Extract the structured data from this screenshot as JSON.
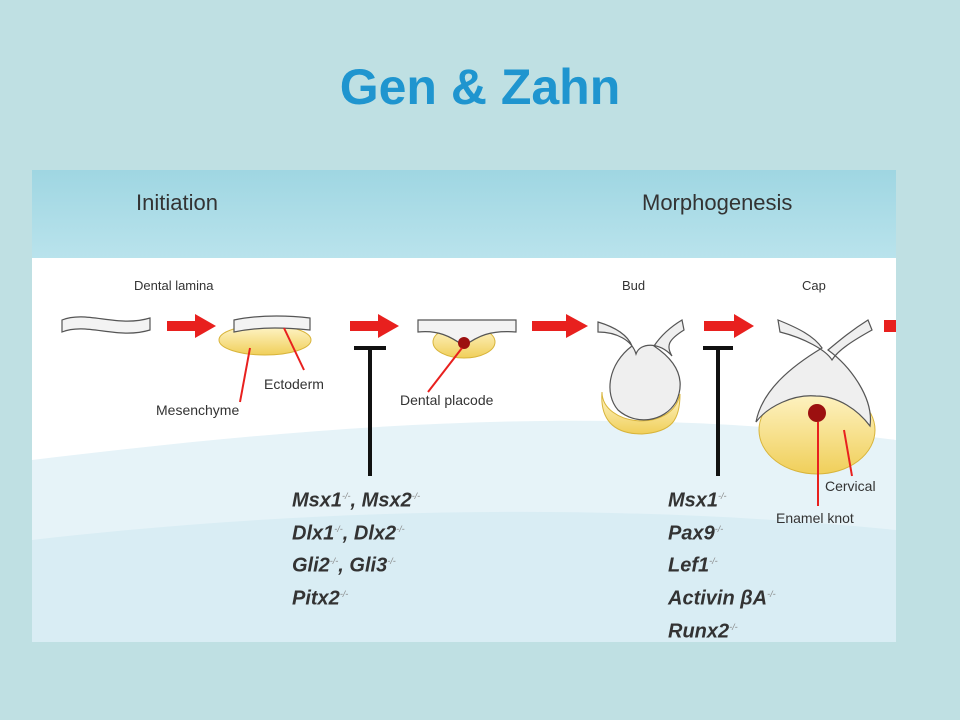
{
  "title": "Gen & Zahn",
  "phases": {
    "initiation": "Initiation",
    "morphogenesis": "Morphogenesis"
  },
  "stages": {
    "dental_lamina": "Dental lamina",
    "bud": "Bud",
    "cap": "Cap"
  },
  "labels": {
    "ectoderm": "Ectoderm",
    "mesenchyme": "Mesenchyme",
    "dental_placode": "Dental placode",
    "cervical": "Cervical",
    "enamel_knot": "Enamel knot"
  },
  "genes_initiation": [
    [
      "Msx1",
      "Msx2"
    ],
    [
      "Dlx1",
      "Dlx2"
    ],
    [
      "Gli2",
      "Gli3"
    ],
    [
      "Pitx2"
    ]
  ],
  "genes_morphogenesis": [
    "Msx1",
    "Pax9",
    "Lef1",
    "Activin βA",
    "Runx2"
  ],
  "knockout_mark": "-/-",
  "colors": {
    "title": "#1f95cf",
    "arrow": "#e8201e",
    "mesenchyme": "#f0cf5a",
    "placode": "#9c1010"
  }
}
